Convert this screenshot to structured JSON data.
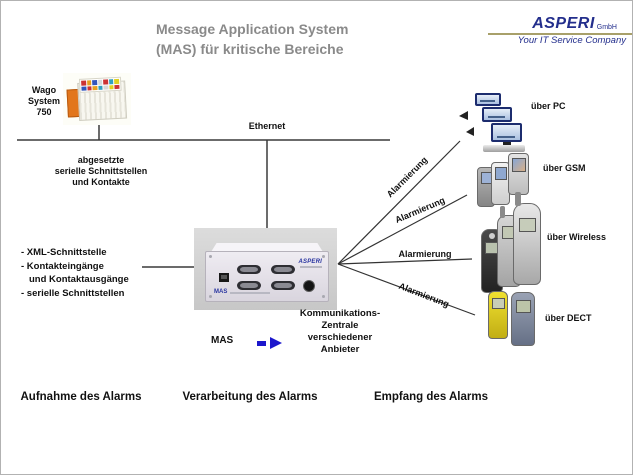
{
  "title": {
    "line1": "Message Application System",
    "line2": "(MAS) für kritische Bereiche"
  },
  "logo": {
    "brand": "ASPERI",
    "suffix": "GmbH",
    "tagline": "Your IT Service Company"
  },
  "network": {
    "ethernet": "Ethernet"
  },
  "wago": {
    "line1": "Wago",
    "line2": "System",
    "line3": "750"
  },
  "remote_note": {
    "line1": "abgesetzte",
    "line2": "serielle Schnittstellen",
    "line3": "und Kontakte"
  },
  "interfaces": {
    "item1": "- XML-Schnittstelle",
    "item2": "- Kontakteingänge",
    "item2b": "und Kontaktausgänge",
    "item3": "- serielle Schnittstellen"
  },
  "mas_device": {
    "brand": "ASPERI",
    "label": "MAS"
  },
  "mas_flow": {
    "label": "MAS"
  },
  "hub_note": {
    "line1": "Kommunikations-",
    "line2": "Zentrale",
    "line3": "verschiedener",
    "line4": "Anbieter"
  },
  "edges": {
    "to_pc": "Alarmierung",
    "to_gsm": "Alarmierung",
    "to_wireless": "Alarmierung",
    "to_dect": "Alarmierung"
  },
  "receivers": {
    "pc": "über PC",
    "gsm": "über GSM",
    "wireless": "über Wireless",
    "dect": "über DECT"
  },
  "footer": {
    "intake": "Aufnahme des Alarms",
    "processing": "Verarbeitung des Alarms",
    "reception": "Empfang des Alarms"
  },
  "colors": {
    "navy": "#232e8c",
    "olive_line": "#a8a06a",
    "arrow_blue": "#1c17cc",
    "title_gray": "#8a8a8a",
    "line_black": "#333333"
  }
}
